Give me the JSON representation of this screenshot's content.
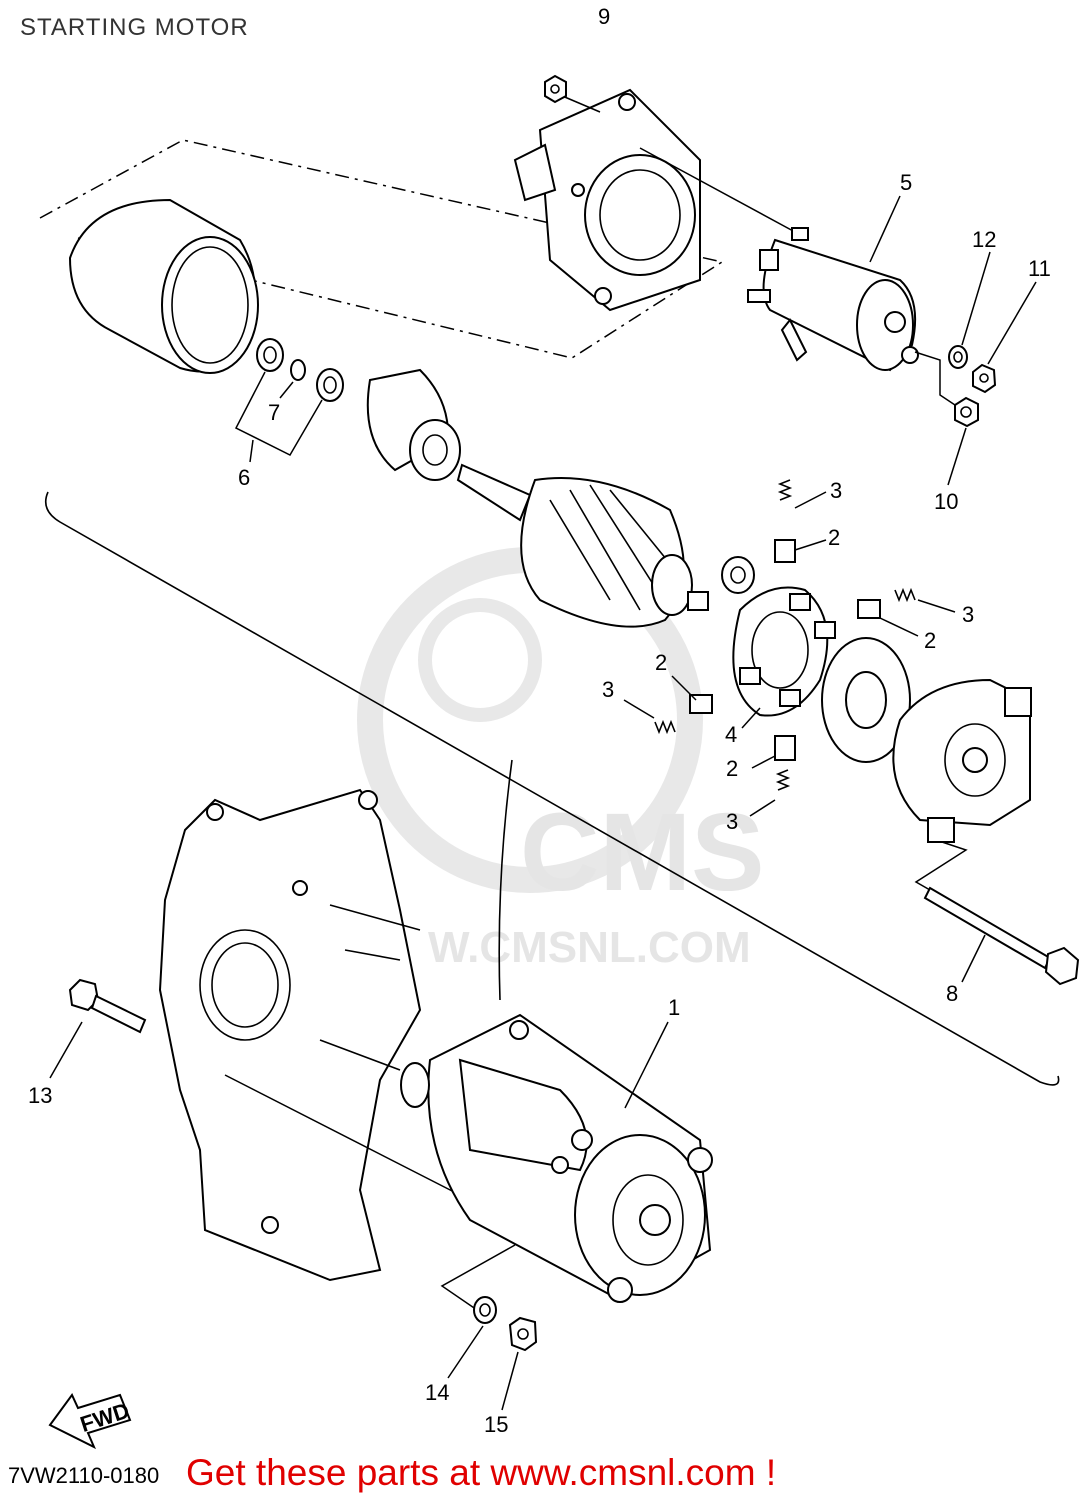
{
  "title": "STARTING MOTOR",
  "watermark": {
    "text": "W.CMSNL.COM",
    "brand": "CMS"
  },
  "fwd_label": "FWD",
  "diagram_code": "7VW2110-0180",
  "cta_text": "Get these parts at www.cmsnl.com !",
  "colors": {
    "cta": "#e00000",
    "watermark": "#e3e3e3",
    "line": "#000000"
  },
  "callouts": [
    {
      "num": "1"
    },
    {
      "num": "2"
    },
    {
      "num": "2"
    },
    {
      "num": "2"
    },
    {
      "num": "2"
    },
    {
      "num": "3"
    },
    {
      "num": "3"
    },
    {
      "num": "3"
    },
    {
      "num": "3"
    },
    {
      "num": "4"
    },
    {
      "num": "5"
    },
    {
      "num": "6"
    },
    {
      "num": "7"
    },
    {
      "num": "8"
    },
    {
      "num": "9"
    },
    {
      "num": "10"
    },
    {
      "num": "11"
    },
    {
      "num": "12"
    },
    {
      "num": "13"
    },
    {
      "num": "14"
    },
    {
      "num": "15"
    }
  ]
}
